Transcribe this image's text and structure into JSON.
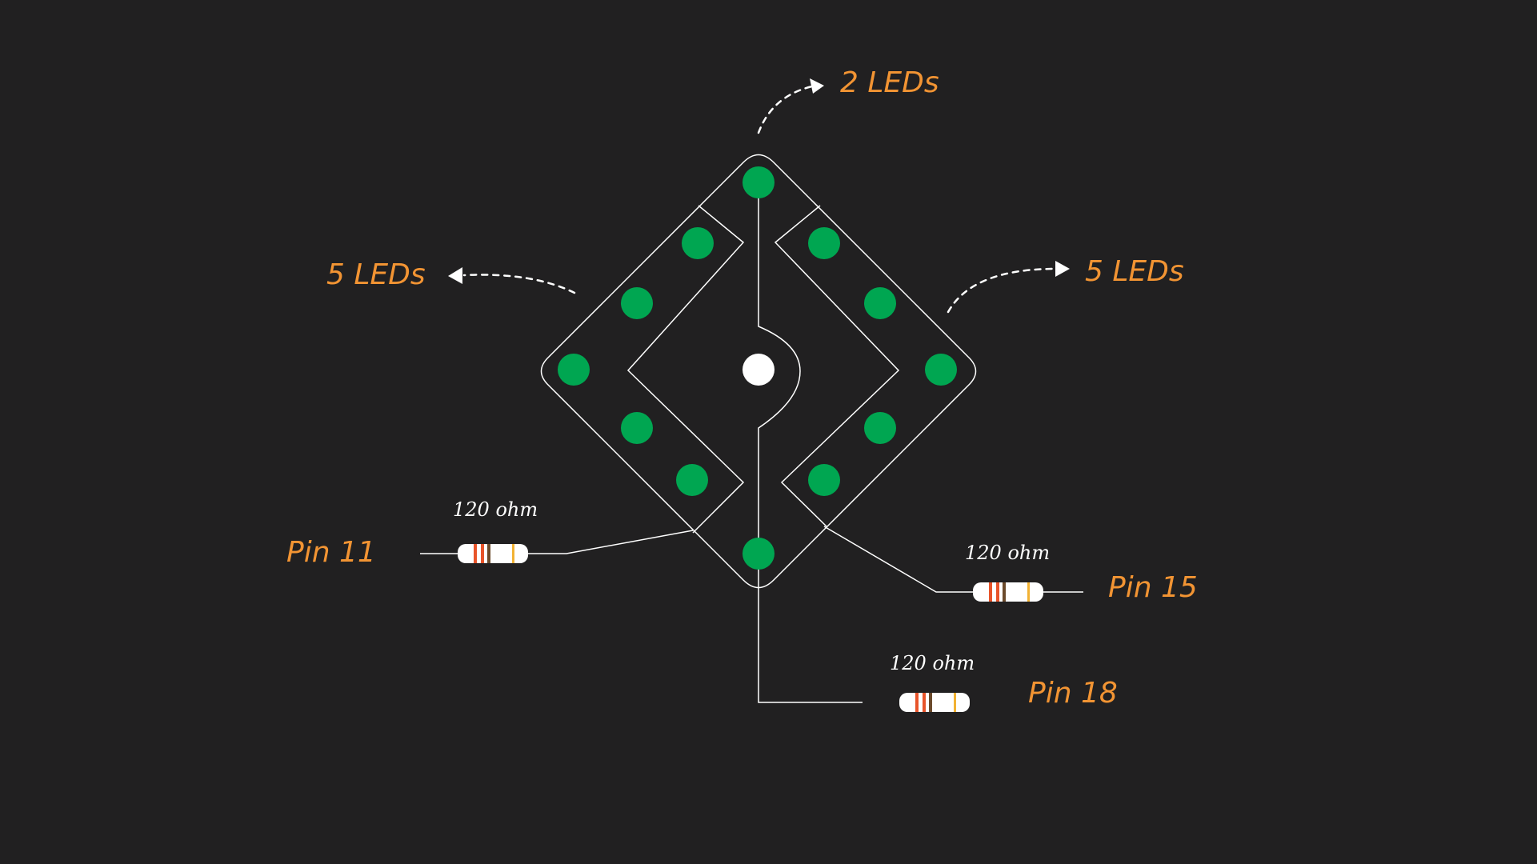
{
  "colors": {
    "background": "#212021",
    "led": "#00a651",
    "center_hole": "#ffffff",
    "label": "#f29433",
    "lines": "#ffffff"
  },
  "labels": {
    "top_leds": "2 LEDs",
    "left_leds": "5 LEDs",
    "right_leds": "5 LEDs"
  },
  "resistors": {
    "left": {
      "value": "120 ohm",
      "pin": "Pin 11"
    },
    "right": {
      "value": "120 ohm",
      "pin": "Pin 15"
    },
    "bottom": {
      "value": "120 ohm",
      "pin": "Pin 18"
    }
  }
}
